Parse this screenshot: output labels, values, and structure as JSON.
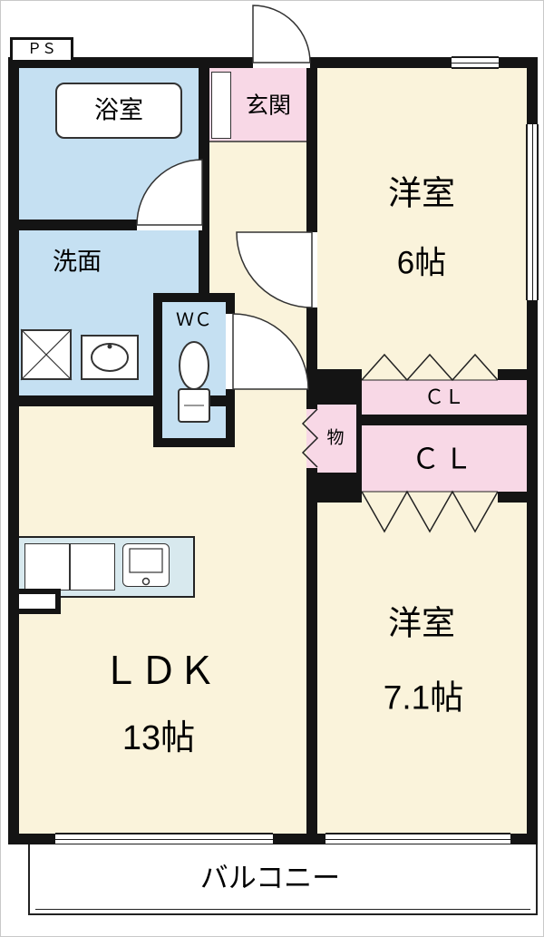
{
  "floorplan": {
    "ps_label": "ＰＳ",
    "rooms": {
      "bathroom": {
        "label": "浴室"
      },
      "entrance": {
        "label": "玄関"
      },
      "bedroom_6": {
        "label": "洋室",
        "size": "6帖"
      },
      "washroom": {
        "label": "洗面"
      },
      "wc": {
        "label": "ＷＣ"
      },
      "closet_upper": {
        "label": "ＣＬ"
      },
      "storage": {
        "label": "物"
      },
      "closet_lower": {
        "label": "ＣＬ"
      },
      "ldk": {
        "label": "ＬＤＫ",
        "size": "13帖"
      },
      "bedroom_71": {
        "label": "洋室",
        "size": "7.1帖"
      },
      "balcony": {
        "label": "バルコニー"
      }
    },
    "colors": {
      "wall": "#141414",
      "floor_cream": "#FAF3DB",
      "wet_area_blue": "#C5E0F2",
      "closet_pink": "#F8D8E6",
      "counter_blue": "#D8E9EE"
    }
  }
}
